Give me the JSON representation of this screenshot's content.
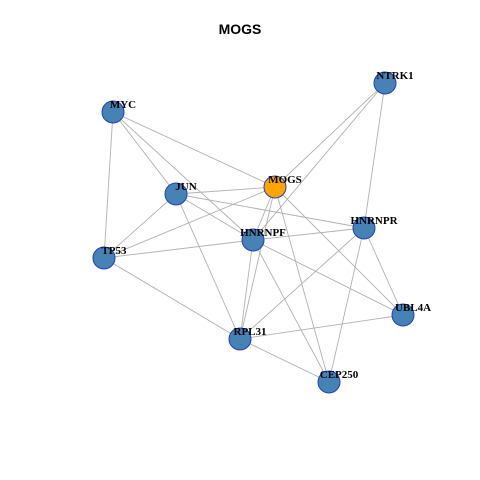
{
  "title": "MOGS",
  "colors": {
    "node_default": "#4682b4",
    "node_focus": "#ffa500",
    "node_border": "#1f3fbf",
    "edge": "#b0b0b0"
  },
  "nodes": [
    {
      "id": "NTRK1",
      "label": "NTRK1",
      "focus": false
    },
    {
      "id": "MYC",
      "label": "MYC",
      "focus": false
    },
    {
      "id": "MOGS",
      "label": "MOGS",
      "focus": true
    },
    {
      "id": "JUN",
      "label": "JUN",
      "focus": false
    },
    {
      "id": "HNRNPR",
      "label": "HNRNPR",
      "focus": false
    },
    {
      "id": "HNRNPF",
      "label": "HNRNPF",
      "focus": false
    },
    {
      "id": "TP53",
      "label": "TP53",
      "focus": false
    },
    {
      "id": "UBL4A",
      "label": "UBL4A",
      "focus": false
    },
    {
      "id": "RPL31",
      "label": "RPL31",
      "focus": false
    },
    {
      "id": "CEP250",
      "label": "CEP250",
      "focus": false
    }
  ],
  "edges": [
    [
      "MYC",
      "TP53"
    ],
    [
      "MYC",
      "JUN"
    ],
    [
      "MYC",
      "HNRNPF"
    ],
    [
      "MYC",
      "MOGS"
    ],
    [
      "JUN",
      "TP53"
    ],
    [
      "JUN",
      "MOGS"
    ],
    [
      "JUN",
      "HNRNPF"
    ],
    [
      "JUN",
      "HNRNPR"
    ],
    [
      "JUN",
      "RPL31"
    ],
    [
      "MOGS",
      "NTRK1"
    ],
    [
      "MOGS",
      "TP53"
    ],
    [
      "MOGS",
      "HNRNPF"
    ],
    [
      "MOGS",
      "RPL31"
    ],
    [
      "MOGS",
      "CEP250"
    ],
    [
      "MOGS",
      "UBL4A"
    ],
    [
      "NTRK1",
      "HNRNPF"
    ],
    [
      "NTRK1",
      "HNRNPR"
    ],
    [
      "HNRNPF",
      "TP53"
    ],
    [
      "HNRNPF",
      "HNRNPR"
    ],
    [
      "HNRNPF",
      "UBL4A"
    ],
    [
      "HNRNPF",
      "RPL31"
    ],
    [
      "HNRNPF",
      "CEP250"
    ],
    [
      "HNRNPR",
      "UBL4A"
    ],
    [
      "HNRNPR",
      "CEP250"
    ],
    [
      "HNRNPR",
      "RPL31"
    ],
    [
      "TP53",
      "RPL31"
    ],
    [
      "RPL31",
      "UBL4A"
    ],
    [
      "RPL31",
      "CEP250"
    ]
  ]
}
